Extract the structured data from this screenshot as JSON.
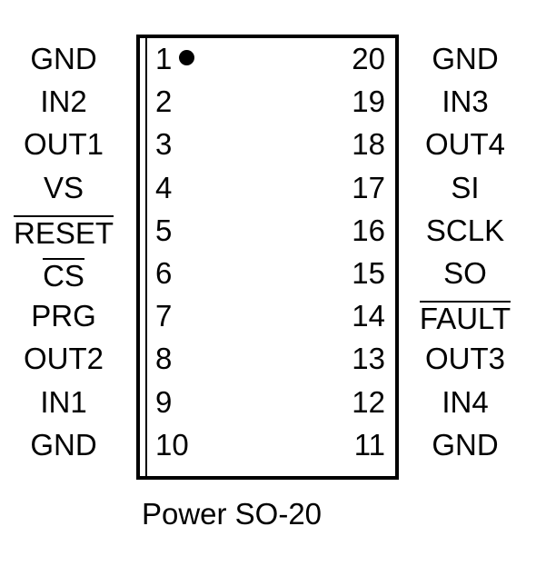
{
  "package_name": "Power SO-20",
  "left_pins": [
    {
      "number": "1",
      "name": "GND",
      "overbar": false
    },
    {
      "number": "2",
      "name": "IN2",
      "overbar": false
    },
    {
      "number": "3",
      "name": "OUT1",
      "overbar": false
    },
    {
      "number": "4",
      "name": "VS",
      "overbar": false
    },
    {
      "number": "5",
      "name": "RESET",
      "overbar": true
    },
    {
      "number": "6",
      "name": "CS",
      "overbar": true
    },
    {
      "number": "7",
      "name": "PRG",
      "overbar": false
    },
    {
      "number": "8",
      "name": "OUT2",
      "overbar": false
    },
    {
      "number": "9",
      "name": "IN1",
      "overbar": false
    },
    {
      "number": "10",
      "name": "GND",
      "overbar": false
    }
  ],
  "right_pins": [
    {
      "number": "20",
      "name": "GND",
      "overbar": false
    },
    {
      "number": "19",
      "name": "IN3",
      "overbar": false
    },
    {
      "number": "18",
      "name": "OUT4",
      "overbar": false
    },
    {
      "number": "17",
      "name": "SI",
      "overbar": false
    },
    {
      "number": "16",
      "name": "SCLK",
      "overbar": false
    },
    {
      "number": "15",
      "name": "SO",
      "overbar": false
    },
    {
      "number": "14",
      "name": "FAULT",
      "overbar": true
    },
    {
      "number": "13",
      "name": "OUT3",
      "overbar": false
    },
    {
      "number": "12",
      "name": "IN4",
      "overbar": false
    },
    {
      "number": "11",
      "name": "GND",
      "overbar": false
    }
  ]
}
